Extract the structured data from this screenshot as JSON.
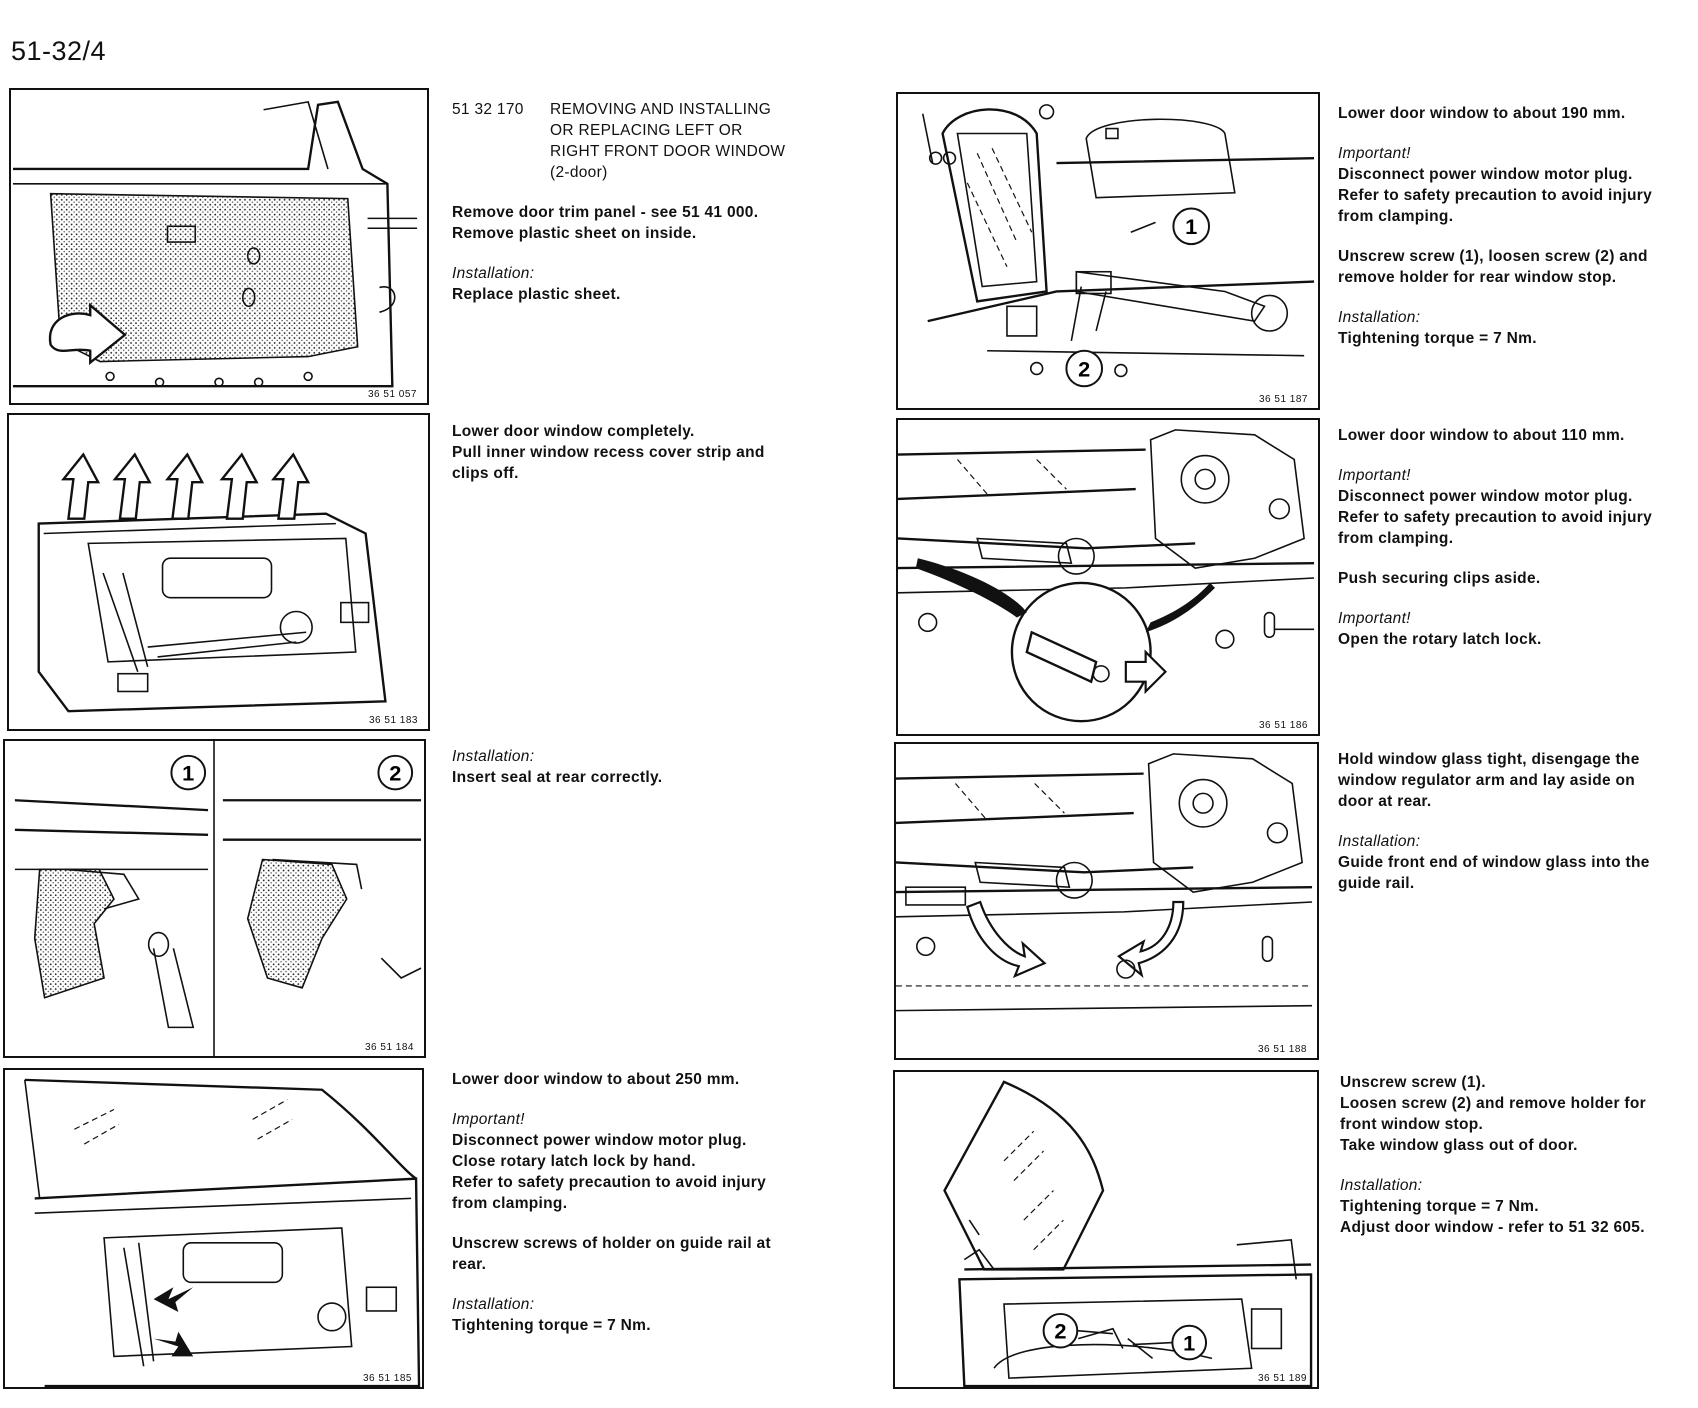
{
  "page": {
    "number": "51-32/4"
  },
  "figures": {
    "f1": {
      "code": "36 51 057"
    },
    "f2": {
      "code": "36 51 183"
    },
    "f3": {
      "code": "36 51 184",
      "callout_1": "1",
      "callout_2": "2"
    },
    "f4": {
      "code": "36 51 185"
    },
    "f5": {
      "code": "36 51 187",
      "callout_1": "1",
      "callout_2": "2"
    },
    "f6": {
      "code": "36 51 186"
    },
    "f7": {
      "code": "36 51 188"
    },
    "f8": {
      "code": "36 51 189",
      "callout_1": "1",
      "callout_2": "2"
    }
  },
  "text": {
    "b1": {
      "proc_code": "51 32 170",
      "title_lines": [
        "REMOVING AND INSTALLING",
        "OR REPLACING LEFT OR",
        "RIGHT FRONT DOOR WINDOW",
        "(2-door)"
      ],
      "step_lines": [
        "Remove door trim panel - see 51 41 000.",
        "Remove plastic sheet on inside."
      ],
      "install_label": "Installation:",
      "install_lines": [
        "Replace plastic sheet."
      ]
    },
    "b2": {
      "step_lines": [
        "Lower door window completely.",
        "Pull inner window recess cover strip and",
        "clips off."
      ]
    },
    "b3": {
      "install_label": "Installation:",
      "install_lines": [
        "Insert seal at rear correctly."
      ]
    },
    "b4": {
      "step_lines": [
        "Lower door window to about 250 mm."
      ],
      "important_label": "Important!",
      "important_lines": [
        "Disconnect power window motor plug.",
        "Close rotary latch lock by hand.",
        "Refer to safety precaution to avoid injury",
        "from clamping."
      ],
      "step2_lines": [
        "Unscrew screws of holder on guide rail at",
        "rear."
      ],
      "install_label": "Installation:",
      "install_lines": [
        "Tightening torque = 7 Nm."
      ]
    },
    "b5": {
      "step_lines": [
        "Lower door window to about 190 mm."
      ],
      "important_label": "Important!",
      "important_lines": [
        "Disconnect power window motor plug.",
        "Refer to safety precaution to avoid injury",
        "from clamping."
      ],
      "step2_lines": [
        "Unscrew screw (1), loosen screw (2) and",
        "remove holder for rear window stop."
      ],
      "install_label": "Installation:",
      "install_lines": [
        "Tightening torque = 7 Nm."
      ]
    },
    "b6": {
      "step_lines": [
        "Lower door window to about 110 mm."
      ],
      "important_label": "Important!",
      "important_lines": [
        "Disconnect power window motor plug.",
        "Refer to safety precaution to avoid injury",
        "from clamping."
      ],
      "step2_lines": [
        "Push securing clips aside."
      ],
      "important2_label": "Important!",
      "important2_lines": [
        "Open the rotary latch lock."
      ]
    },
    "b7": {
      "step_lines": [
        "Hold window glass tight, disengage the",
        "window regulator arm and lay aside on",
        "door at rear."
      ],
      "install_label": "Installation:",
      "install_lines": [
        "Guide front end of window glass into the",
        "guide rail."
      ]
    },
    "b8": {
      "step_lines": [
        "Unscrew screw (1).",
        "Loosen screw (2) and remove holder for",
        "front window stop.",
        "Take window glass out of door."
      ],
      "install_label": "Installation:",
      "install_lines": [
        "Tightening torque = 7 Nm.",
        "Adjust door window - refer to 51 32 605."
      ]
    }
  }
}
